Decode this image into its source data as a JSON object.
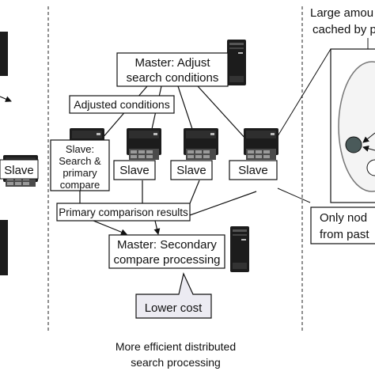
{
  "left_panel": {
    "slave_label": "Slave"
  },
  "center_panel": {
    "master_adjust": [
      "Master: Adjust",
      "search conditions"
    ],
    "adjusted_conditions": "Adjusted conditions",
    "slave_detail": [
      "Slave:",
      "Search &",
      "primary",
      "compare"
    ],
    "slave_label": "Slave",
    "primary_results": "Primary comparison results",
    "master_secondary": [
      "Master: Secondary",
      "compare processing"
    ],
    "lower_cost": "Lower cost",
    "caption": [
      "More efficient distributed",
      "search processing"
    ]
  },
  "right_panel": {
    "top_text": [
      "Large amou",
      "cached by pa"
    ],
    "bottom_text": [
      "Only nod",
      "from past"
    ]
  },
  "colors": {
    "lower_cost_fill": "#ecebf2",
    "node_dark": "#4a5a5a",
    "ellipse_fill": "#f4f4f4"
  }
}
